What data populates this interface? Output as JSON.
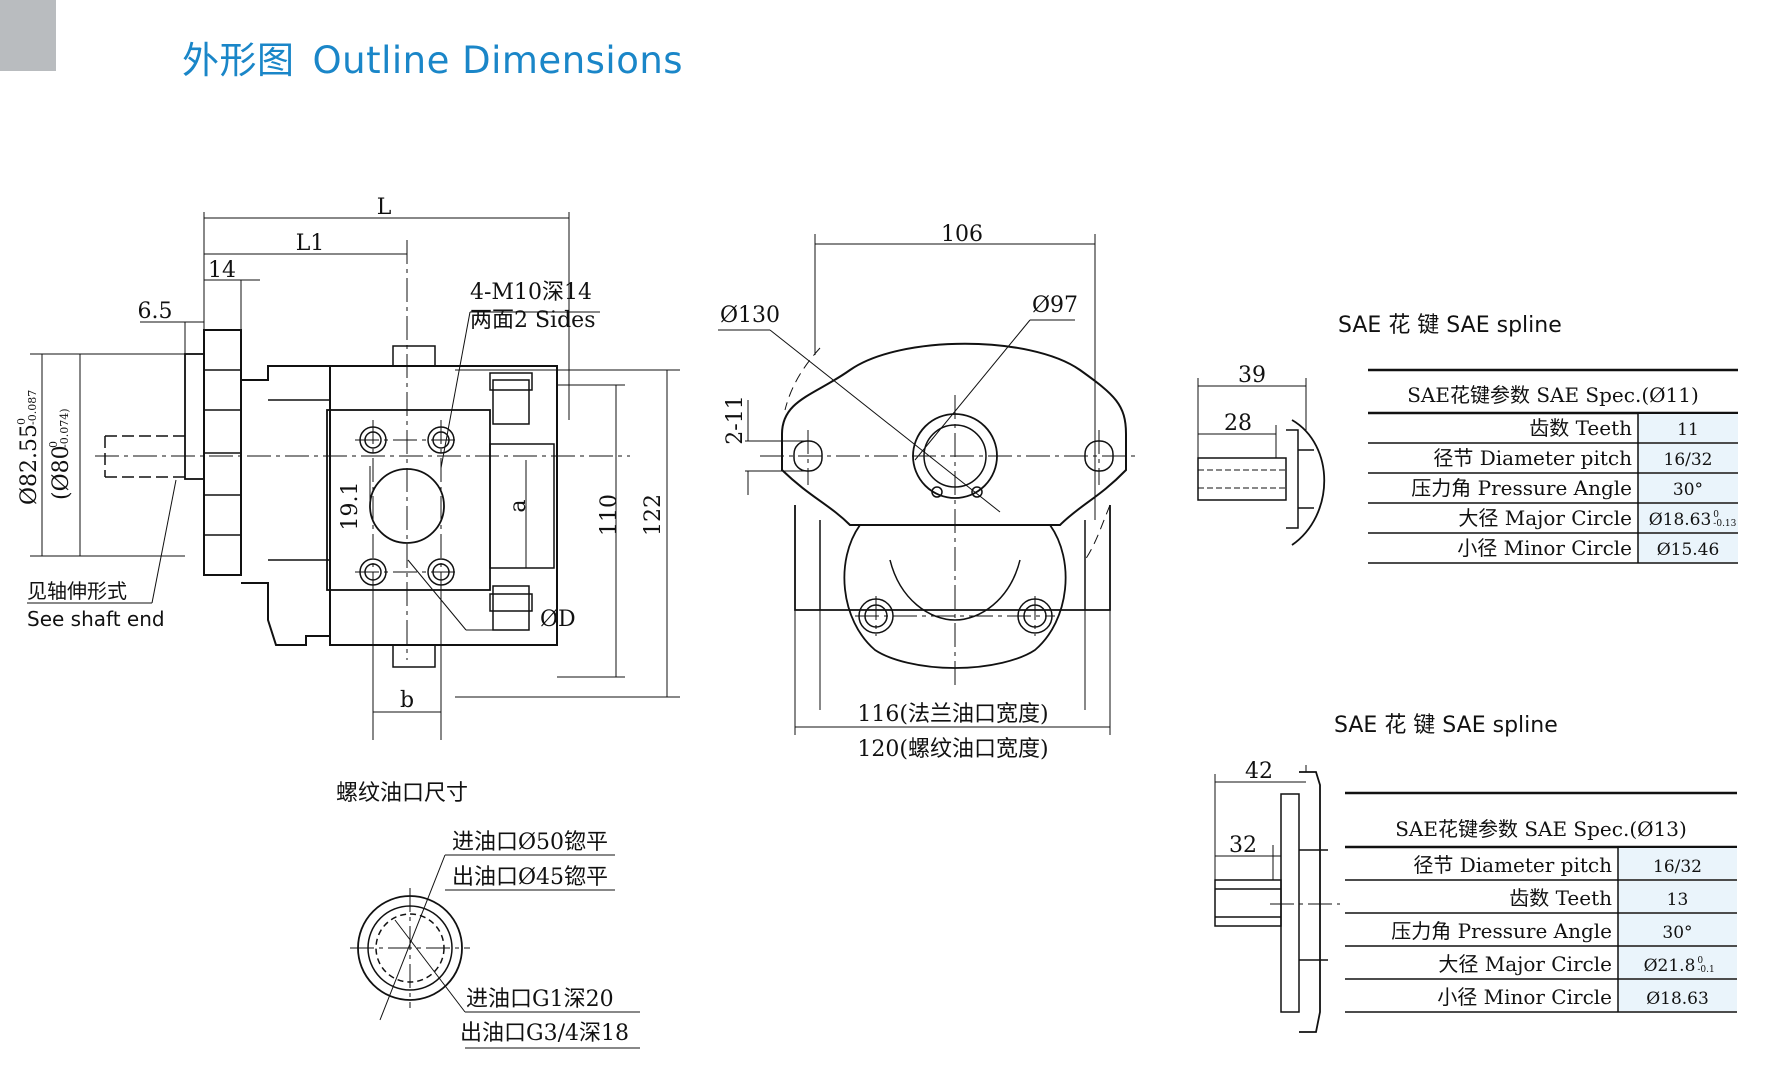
{
  "header": {
    "title_zh": "外形图",
    "title_en": "Outline Dimensions"
  },
  "side_view": {
    "dim_L": "L",
    "dim_L1": "L1",
    "dim_14": "14",
    "dim_6_5": "6.5",
    "thread_note_1": "4-M10深14",
    "thread_note_2": "两面2 Sides",
    "dim_19_1": "19.1",
    "dim_a": "a",
    "dim_110": "110",
    "dim_122": "122",
    "dim_b": "b",
    "dim_D": "ØD",
    "dim_pilot": "Ø82.55",
    "dim_pilot_tol_top": "0",
    "dim_pilot_tol_bot": "-0.087",
    "dim_pilot_alt": "(Ø80",
    "dim_pilot_alt_tol_top": "0",
    "dim_pilot_alt_tol_bot": "-0.074)",
    "shaft_note_zh": "见轴伸形式",
    "shaft_note_en": "See shaft end"
  },
  "front_view": {
    "dim_106": "106",
    "dim_130": "Ø130",
    "dim_97": "Ø97",
    "dim_2_11": "2-11",
    "dim_116": "116(法兰油口宽度)",
    "dim_120": "120(螺纹油口宽度)"
  },
  "port_view": {
    "title": "螺纹油口尺寸",
    "note_1": "进油口Ø50锪平",
    "note_2": "出油口Ø45锪平",
    "note_3": "进油口G1深20",
    "note_4": "出油口G3/4深18"
  },
  "spline_11": {
    "title": "SAE 花 键   SAE spline",
    "dim_39": "39",
    "dim_28": "28",
    "table_header": "SAE花键参数 SAE Spec.(Ø11)",
    "rows": [
      {
        "label": "齿数 Teeth",
        "value": "11"
      },
      {
        "label": "径节 Diameter pitch",
        "value": "16/32"
      },
      {
        "label": "压力角 Pressure Angle",
        "value": "30°"
      },
      {
        "label": "大径 Major Circle",
        "value": "Ø18.63",
        "tol_top": "0",
        "tol_bot": "-0.13"
      },
      {
        "label": "小径 Minor Circle",
        "value": "Ø15.46"
      }
    ]
  },
  "spline_13": {
    "title": "SAE 花 键   SAE spline",
    "dim_42": "42",
    "dim_32": "32",
    "table_header": "SAE花键参数 SAE Spec.(Ø13)",
    "rows": [
      {
        "label": "径节 Diameter pitch",
        "value": "16/32"
      },
      {
        "label": "齿数 Teeth",
        "value": "13"
      },
      {
        "label": "压力角 Pressure Angle",
        "value": "30°"
      },
      {
        "label": "大径 Major Circle",
        "value": "Ø21.8",
        "tol_top": "0",
        "tol_bot": "-0.1"
      },
      {
        "label": "小径 Minor Circle",
        "value": "Ø18.63"
      }
    ]
  },
  "colors": {
    "title_blue": "#1a86c8",
    "table_cell_blue": "#eaf4fb",
    "line": "#111111",
    "corner_gray": "#b9bcbf"
  }
}
